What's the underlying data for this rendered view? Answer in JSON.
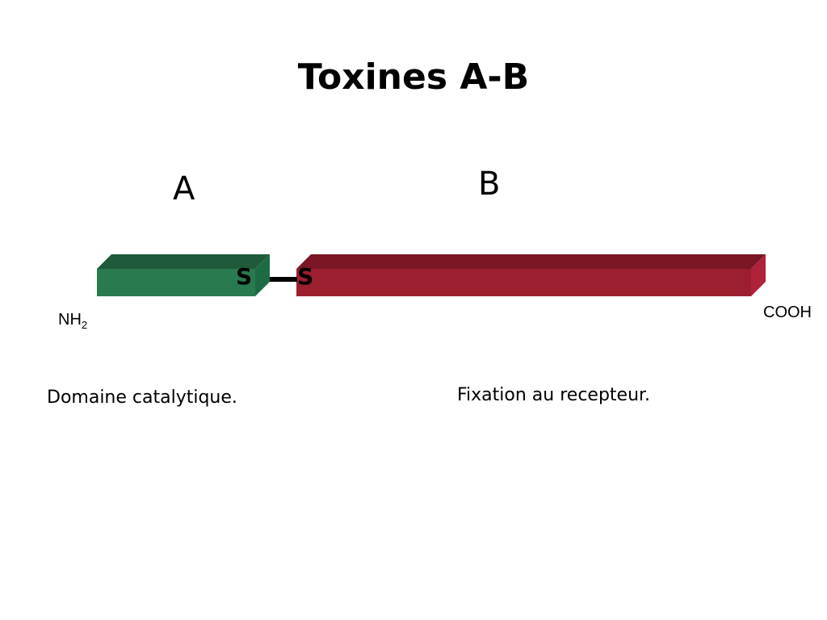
{
  "title": "Toxines A-B",
  "domains": {
    "a": {
      "letter": "A",
      "description": "Domaine catalytique.",
      "color_front": "#2a7a50",
      "color_top": "#1f5a3a",
      "color_side": "#1e6a44"
    },
    "b": {
      "letter": "B",
      "description": "Fixation au recepteur.",
      "color_front": "#9b1f2e",
      "color_top": "#7a1626",
      "color_side": "#b0223a"
    }
  },
  "bond": {
    "left_atom": "S",
    "right_atom": "S"
  },
  "termini": {
    "n_terminus_main": "NH",
    "n_terminus_sub": "2",
    "c_terminus": "COOH"
  }
}
